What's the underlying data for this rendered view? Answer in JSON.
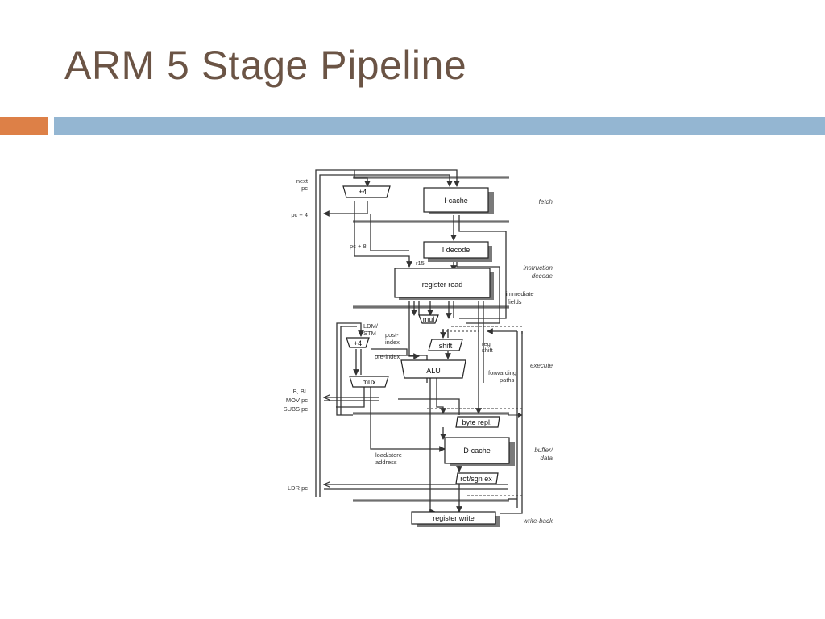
{
  "slide": {
    "title": "ARM 5 Stage Pipeline"
  },
  "diagram": {
    "blocks": {
      "plus4_top": "+4",
      "icache": "I-cache",
      "idecode": "I decode",
      "register_read": "register read",
      "mul": "mul",
      "plus4_ldm": "+4",
      "shift": "shift",
      "alu": "ALU",
      "mux": "mux",
      "byte_repl": "byte repl.",
      "dcache": "D-cache",
      "rot_sgn_ex": "rot/sgn ex",
      "register_write": "register write"
    },
    "left_labels": {
      "next": "next",
      "pc": "pc",
      "pc_plus_4": "pc + 4",
      "b_bl": "B, BL",
      "mov_pc": "MOV pc",
      "subs_pc": "SUBS pc",
      "ldr_pc": "LDR pc"
    },
    "inner_labels": {
      "pc_plus_8": "pc + 8",
      "r15": "r15",
      "immediate": "immediate",
      "fields": "fields",
      "ldm": "LDM/",
      "stm": "STM",
      "post": "post-",
      "index": "index",
      "pre_index": "pre-index",
      "reg": "reg",
      "shift_word": "shift",
      "forwarding": "forwarding",
      "paths": "paths",
      "load_store": "load/store",
      "address": "address"
    },
    "stages": {
      "fetch": "fetch",
      "instruction": "instruction",
      "decode": "decode",
      "execute": "execute",
      "buffer": "buffer/",
      "data": "data",
      "write_back": "write-back"
    }
  }
}
